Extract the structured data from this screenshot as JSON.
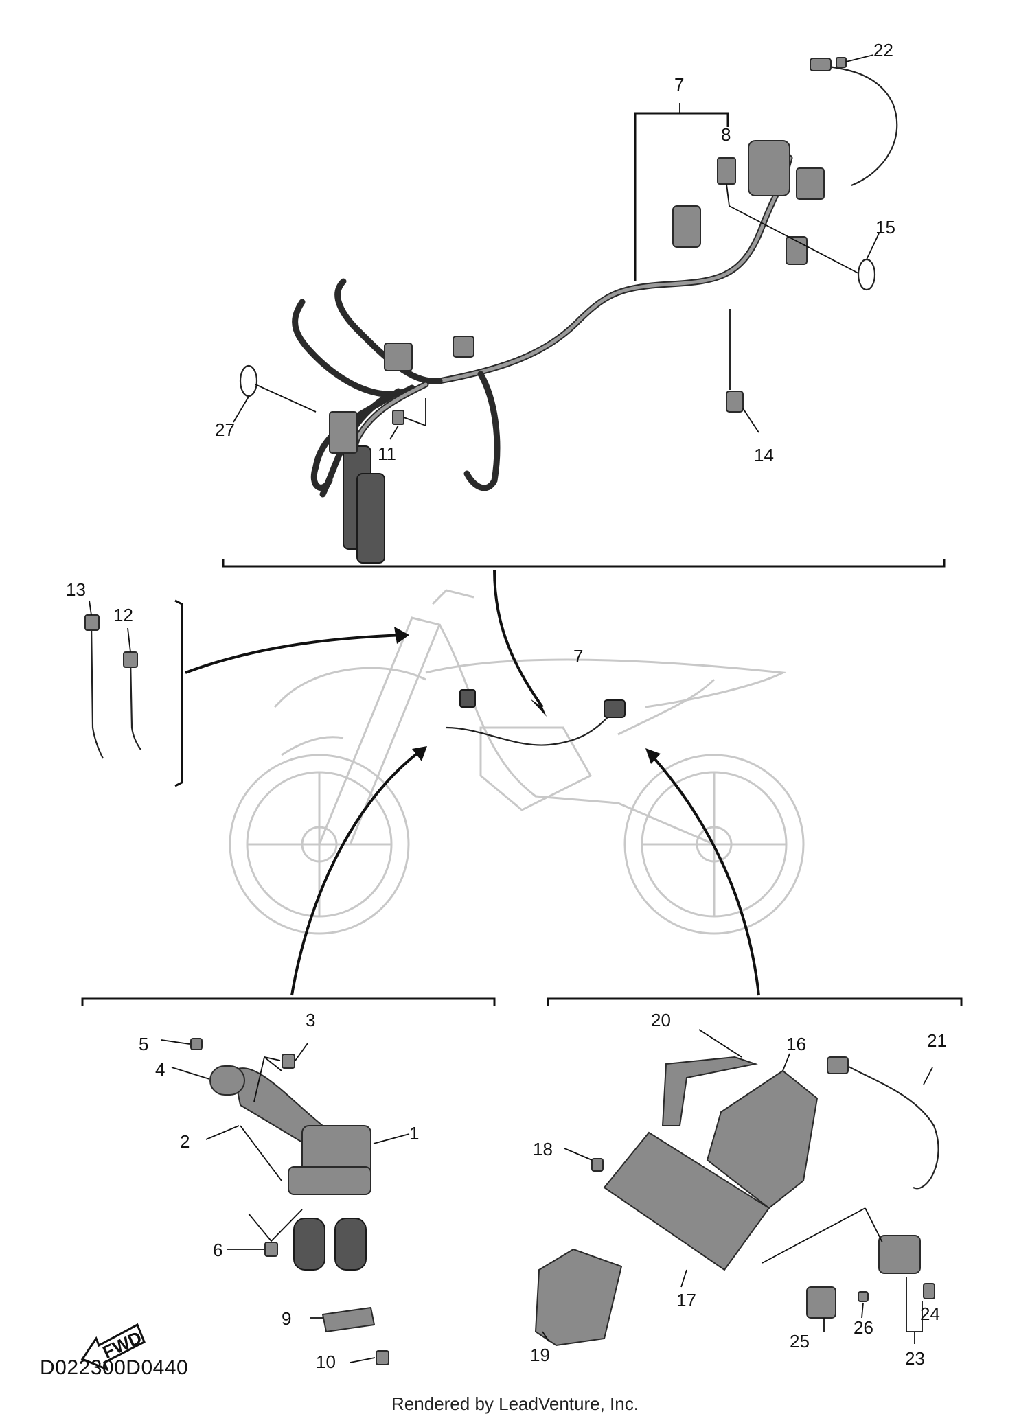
{
  "diagram_code": "D022300D0440",
  "credit": "Rendered by LeadVenture, Inc.",
  "fwd_label": "FWD",
  "callouts": {
    "c1": "1",
    "c2": "2",
    "c3": "3",
    "c4": "4",
    "c5": "5",
    "c6": "6",
    "c7": "7",
    "c7b": "7",
    "c8": "8",
    "c9": "9",
    "c10": "10",
    "c11": "11",
    "c12": "12",
    "c13": "13",
    "c14": "14",
    "c15": "15",
    "c16": "16",
    "c17": "17",
    "c18": "18",
    "c19": "19",
    "c20": "20",
    "c21": "21",
    "c22": "22",
    "c23": "23",
    "c24": "24",
    "c25": "25",
    "c26": "26",
    "c27": "27"
  }
}
